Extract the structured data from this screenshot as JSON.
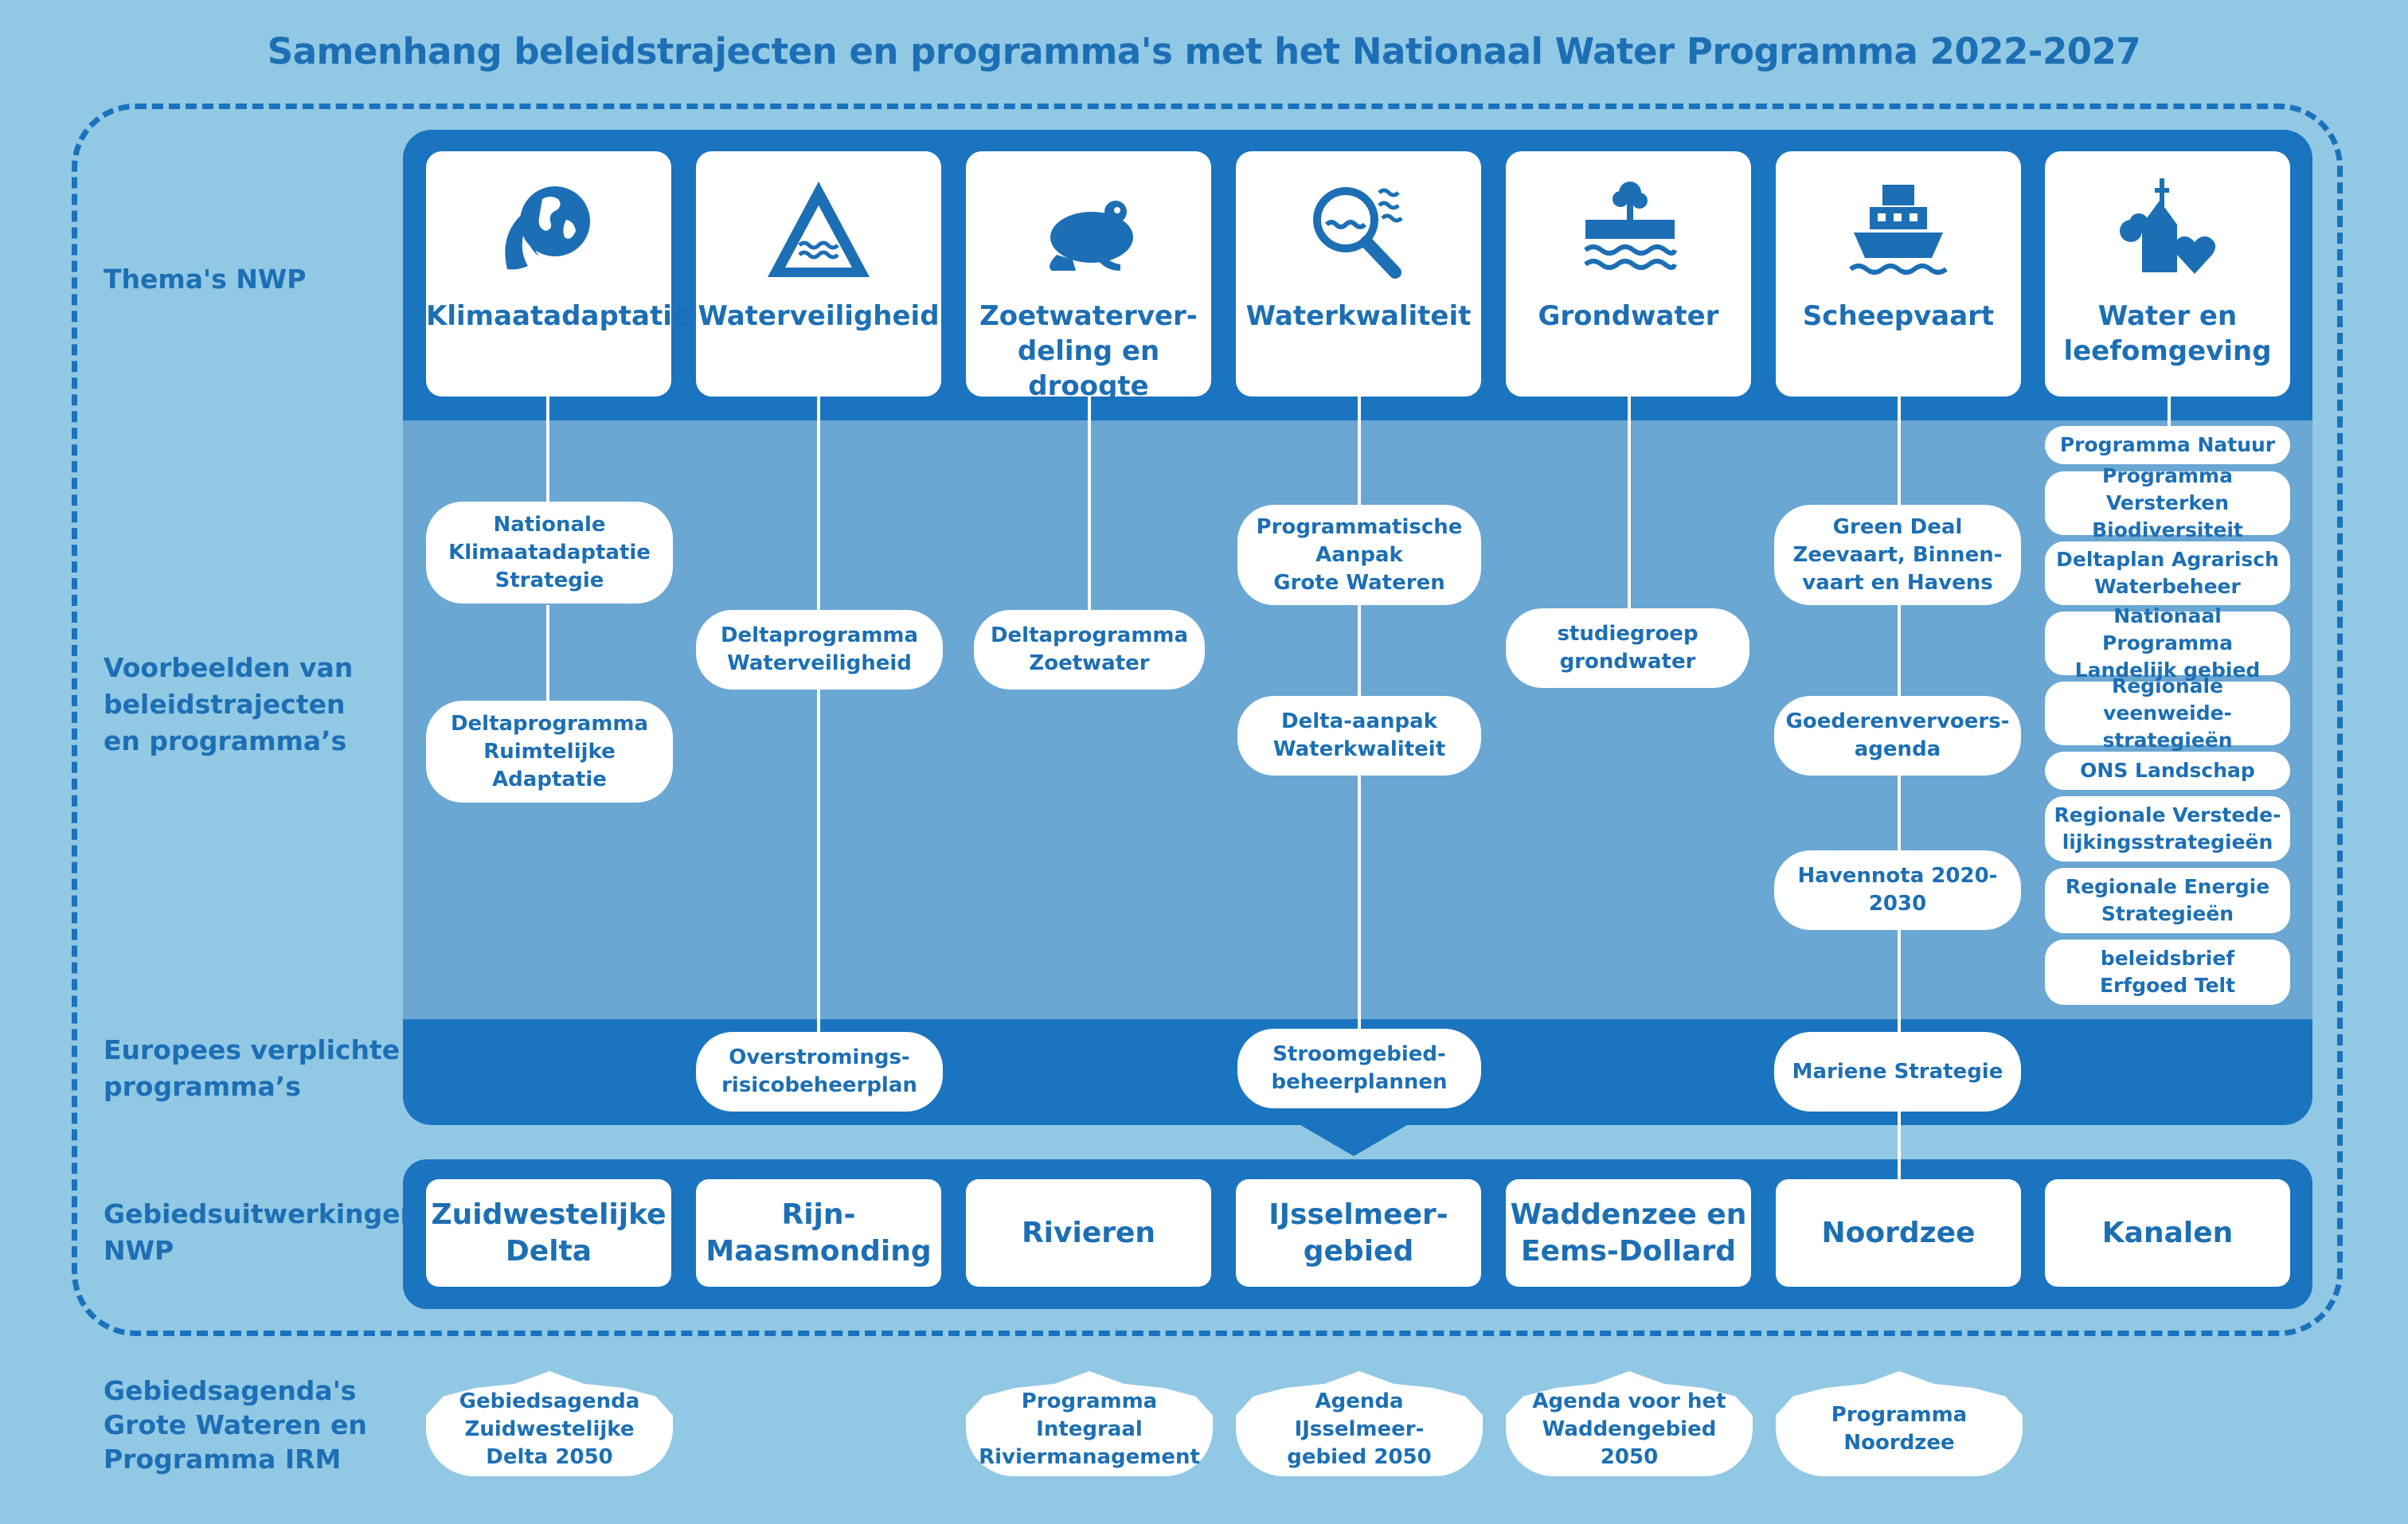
{
  "title": "Samenhang beleidstrajecten en programma's met het Nationaal Water Programma 2022-2027",
  "row_labels": {
    "themas": "Thema's NWP",
    "voorbeelden_1": "Voorbeelden van",
    "voorbeelden_2": "beleidstrajecten",
    "voorbeelden_3": "en programma’s",
    "europees_1": "Europees verplichte",
    "europees_2": "programma’s",
    "gebied_1": "Gebiedsuitwerkingen",
    "gebied_2": "NWP",
    "agenda_1": "Gebiedsagenda's",
    "agenda_2": "Grote Wateren en",
    "agenda_3": "Programma IRM"
  },
  "themes": [
    {
      "l1": "Klimaatadaptatie",
      "l2": "",
      "icon": "globe-leaf-icon"
    },
    {
      "l1": "Waterveiligheid",
      "l2": "",
      "icon": "warning-water-icon"
    },
    {
      "l1": "Zoetwaterver-",
      "l2": "deling en droogte",
      "icon": "frog-icon"
    },
    {
      "l1": "Waterkwaliteit",
      "l2": "",
      "icon": "magnifier-water-icon"
    },
    {
      "l1": "Grondwater",
      "l2": "",
      "icon": "groundwater-tree-icon"
    },
    {
      "l1": "Scheepvaart",
      "l2": "",
      "icon": "ship-icon"
    },
    {
      "l1": "Water en",
      "l2": "leefomgeving",
      "icon": "church-heart-icon"
    }
  ],
  "examples": {
    "klimaat_1": [
      "Nationale",
      "Klimaatadaptatie",
      "Strategie"
    ],
    "klimaat_2": [
      "Deltaprogramma",
      "Ruimtelijke",
      "Adaptatie"
    ],
    "veiligheid_1": [
      "Deltaprogramma",
      "Waterveiligheid"
    ],
    "zoetwater_1": [
      "Deltaprogramma",
      "Zoetwater"
    ],
    "kwaliteit_1": [
      "Programmatische",
      "Aanpak",
      "Grote Wateren"
    ],
    "kwaliteit_2": [
      "Delta-aanpak",
      "Waterkwaliteit"
    ],
    "grondwater_1": [
      "studiegroep",
      "grondwater"
    ],
    "scheepvaart_1": [
      "Green Deal",
      "Zeevaart, Binnen-",
      "vaart en Havens"
    ],
    "scheepvaart_2": [
      "Goederenvervoers-",
      "agenda"
    ],
    "scheepvaart_3": [
      "Havennota 2020-2030"
    ]
  },
  "leefomgeving_items": [
    [
      "Programma Natuur"
    ],
    [
      "Programma Versterken",
      "Biodiversiteit"
    ],
    [
      "Deltaplan Agrarisch",
      "Waterbeheer"
    ],
    [
      "Nationaal Programma",
      "Landelijk gebied"
    ],
    [
      "Regionale veenweide-",
      "strategieën"
    ],
    [
      "ONS Landschap"
    ],
    [
      "Regionale Verstede-",
      "lijkingsstrategieën"
    ],
    [
      "Regionale Energie",
      "Strategieën"
    ],
    [
      "beleidsbrief",
      "Erfgoed Telt"
    ]
  ],
  "european": {
    "overstroming": [
      "Overstromings-",
      "risicobeheerplan"
    ],
    "stroomgebied": [
      "Stroomgebied-",
      "beheerplannen"
    ],
    "marien": [
      "Mariene Strategie"
    ]
  },
  "areas": [
    [
      "Zuidwestelijke",
      "Delta"
    ],
    [
      "Rijn-",
      "Maasmonding"
    ],
    [
      "Rivieren"
    ],
    [
      "IJsselmeer-",
      "gebied"
    ],
    [
      "Waddenzee en",
      "Eems-Dollard"
    ],
    [
      "Noordzee"
    ],
    [
      "Kanalen"
    ]
  ],
  "agendas": [
    [
      "Gebiedsagenda",
      "Zuidwestelijke",
      "Delta 2050"
    ],
    [
      "Programma Integraal",
      "Riviermanagement"
    ],
    [
      "Agenda",
      "IJsselmeer-",
      "gebied 2050"
    ],
    [
      "Agenda voor het",
      "Waddengebied",
      "2050"
    ],
    [
      "Programma",
      "Noordzee"
    ]
  ],
  "colors": {
    "background": "#91c8e4",
    "panel_blue": "#1a74c0",
    "middle_band": "#6aa7d3",
    "text_blue": "#1c6fb4",
    "white": "#ffffff"
  }
}
